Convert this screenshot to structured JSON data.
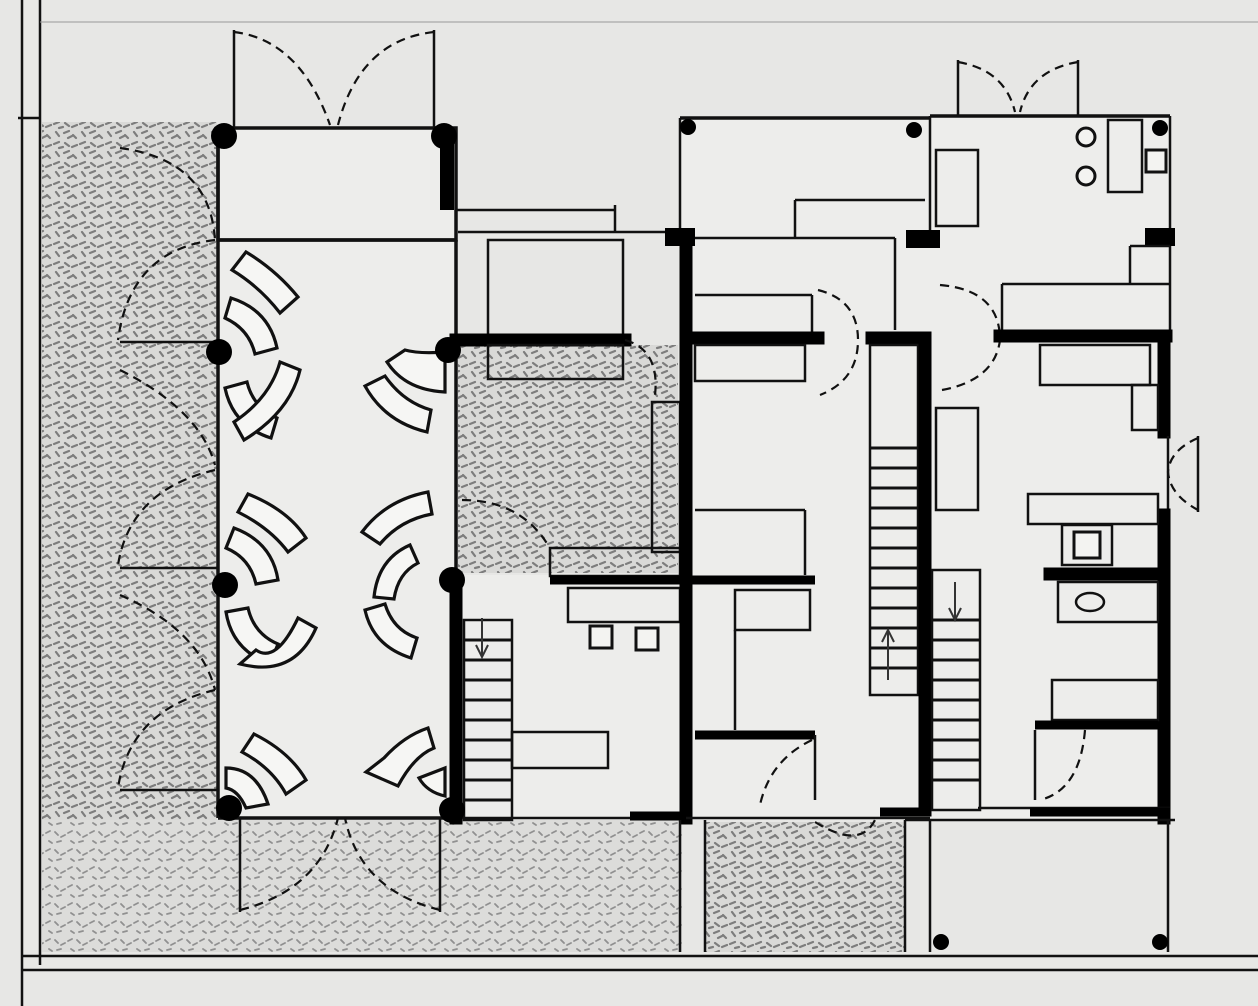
{
  "drawing": {
    "kind": "architectural floor plan sketch",
    "colors": {
      "paper": "#e7e7e5",
      "ink": "#111111",
      "paving": "#8e8e8e",
      "paving_light": "#a8a8a8"
    },
    "spaces": [
      "front-court",
      "seating-hall",
      "unit-1",
      "unit-2",
      "unit-3",
      "paved-courtyard",
      "street-paving"
    ],
    "elements": {
      "columns": 14,
      "staircases": 3,
      "stair_direction_arrows": 3,
      "curved_seating_benches": 16
    }
  }
}
